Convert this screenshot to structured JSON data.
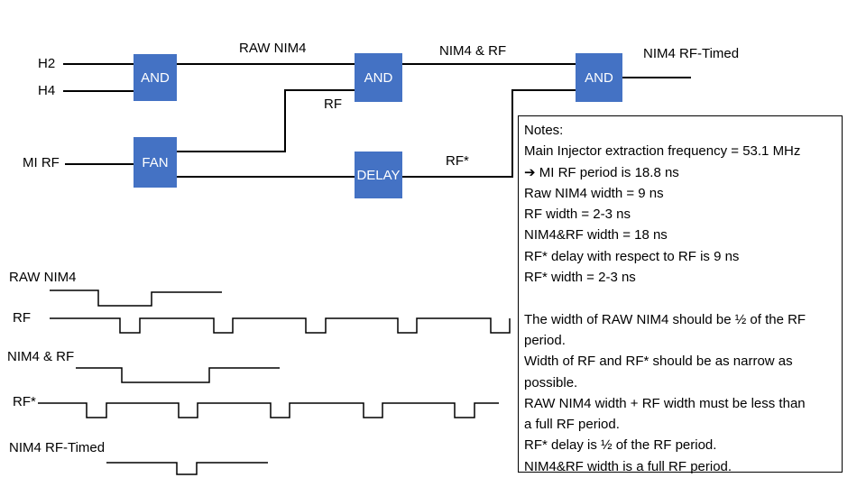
{
  "inputs": {
    "h2": "H2",
    "h4": "H4",
    "mi_rf": "MI RF"
  },
  "gates": {
    "and1": "AND",
    "and2": "AND",
    "and3": "AND",
    "fan": "FAN",
    "delay": "DELAY"
  },
  "signals": {
    "raw_nim4": "RAW NIM4",
    "nim4_rf": "NIM4 & RF",
    "rf": "RF",
    "rf_star": "RF*",
    "output": "NIM4 RF-Timed"
  },
  "timing": {
    "raw_nim4": "RAW NIM4",
    "rf": "RF",
    "nim4_rf": "NIM4 & RF",
    "rf_star": "RF*",
    "nim4_rf_timed": "NIM4 RF-Timed"
  },
  "notes": {
    "title": "Notes:",
    "lines": [
      "Main Injector extraction frequency = 53.1 MHz",
      "➔ MI RF period is 18.8 ns",
      "Raw NIM4 width = 9 ns",
      "RF width = 2-3 ns",
      "NIM4&RF width = 18 ns",
      "RF* delay with respect to RF is 9 ns",
      "RF* width = 2-3 ns"
    ],
    "remarks": [
      "The width of RAW NIM4 should be ½ of the RF",
      "period.",
      "Width of RF and RF* should be as narrow as",
      "possible.",
      "RAW NIM4 width + RF width must be less than",
      "a full RF period.",
      "RF* delay is ½ of the RF period.",
      "NIM4&RF width is a full RF period."
    ]
  }
}
